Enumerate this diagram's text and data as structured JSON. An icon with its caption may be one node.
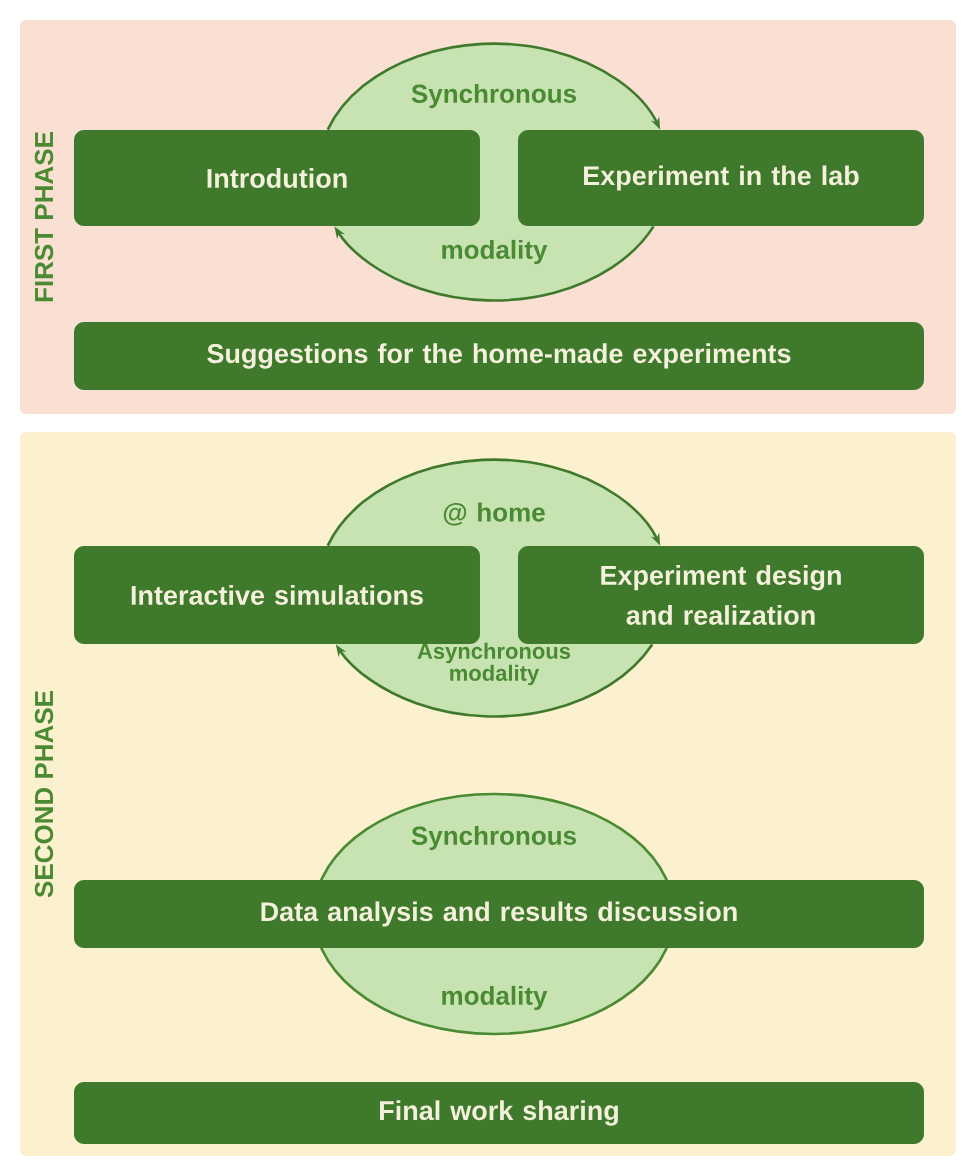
{
  "diagram": {
    "nodes": [
      {
        "text": [
          "FIRST PHASE"
        ]
      },
      {
        "text": [
          "Synchronous",
          "modality"
        ],
        "in": 0
      },
      {
        "text": [
          "Introdution"
        ],
        "in": 0
      },
      {
        "text": [
          "Experiment in the lab"
        ],
        "in": 0
      },
      {
        "text": [
          "Suggestions for the home-made experiments"
        ],
        "in": 0
      },
      {
        "text": [
          "SECOND PHASE"
        ]
      },
      {
        "text": [
          "@ home",
          "Asynchronous modality"
        ],
        "in": 5
      },
      {
        "text": [
          "Interactive simulations"
        ],
        "in": 5
      },
      {
        "text": [
          "Experiment design and realization"
        ],
        "in": 5
      },
      {
        "text": [
          "Synchronous",
          "modality"
        ],
        "in": 5
      },
      {
        "text": [
          "Data analysis and results discussion"
        ],
        "in": 5
      },
      {
        "text": [
          "Final work sharing"
        ],
        "in": 5
      }
    ],
    "edges": [
      {
        "from": 2,
        "to": 3,
        "arrow": "to"
      },
      {
        "from": 3,
        "to": 2,
        "arrow": "to"
      },
      {
        "from": 7,
        "to": 8,
        "arrow": "to"
      },
      {
        "from": 8,
        "to": 7,
        "arrow": "to"
      }
    ]
  }
}
